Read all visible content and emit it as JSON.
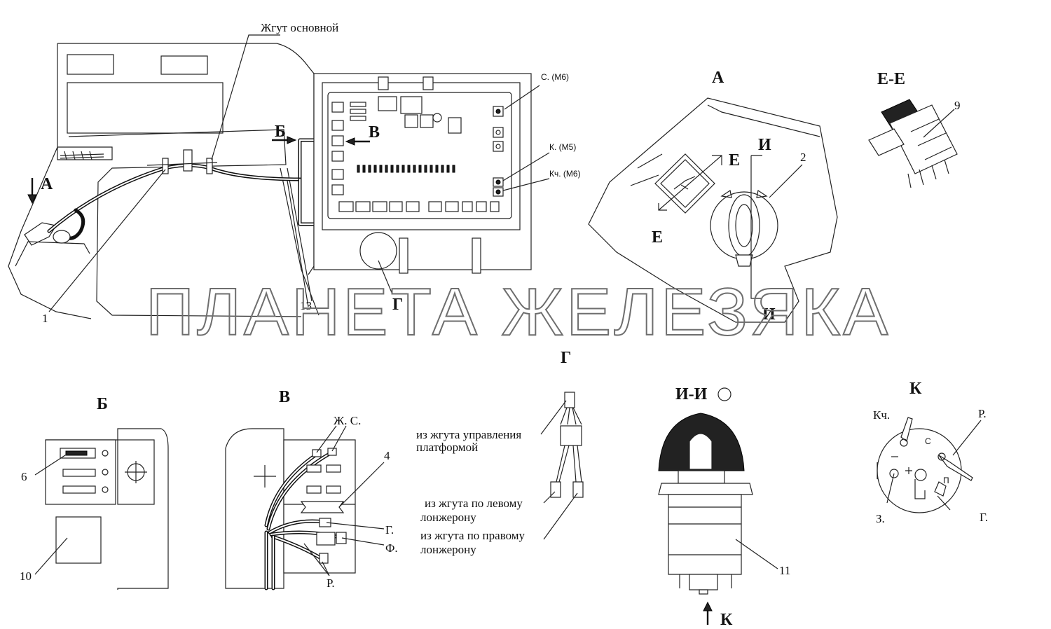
{
  "labels": {
    "harness_main": "Жгут основной",
    "view_a_arrow": "А",
    "view_b_arrow": "Б",
    "view_v_arrow": "В",
    "view_g_mark": "Г",
    "pos_1": "1",
    "pos_13": "13",
    "s_m6": "С. (М6)",
    "k_m5": "К. (М5)",
    "kch_m6": "Кч. (М6)",
    "view_a_title": "А",
    "sect_e": "Е",
    "sect_i": "И",
    "pos_2": "2",
    "view_ee_title": "Е-Е",
    "pos_9": "9",
    "view_g_title": "Г",
    "view_b_title": "Б",
    "pos_6": "6",
    "pos_10": "10",
    "view_v_title": "В",
    "zh_s": "Ж. С.",
    "pos_4": "4",
    "g_dot": "Г.",
    "f_dot": "Ф.",
    "r_dot": "Р.",
    "from_platform_1": "из жгута управления",
    "from_platform_2": "платформой",
    "from_left_1": "из жгута по левому",
    "from_left_2": "лонжерону",
    "from_right_1": "из жгута по правому",
    "from_right_2": "лонжерону",
    "view_ii_title": "И-И",
    "pos_11": "11",
    "view_k_arrow": "К",
    "view_k_title": "К",
    "k_kch": "Кч.",
    "k_r": "Р.",
    "k_c": "С",
    "k_p": "П",
    "k_z": "З.",
    "k_g": "Г.",
    "watermark": "ПЛАНЕТА ЖЕЛЕЗЯКА"
  }
}
